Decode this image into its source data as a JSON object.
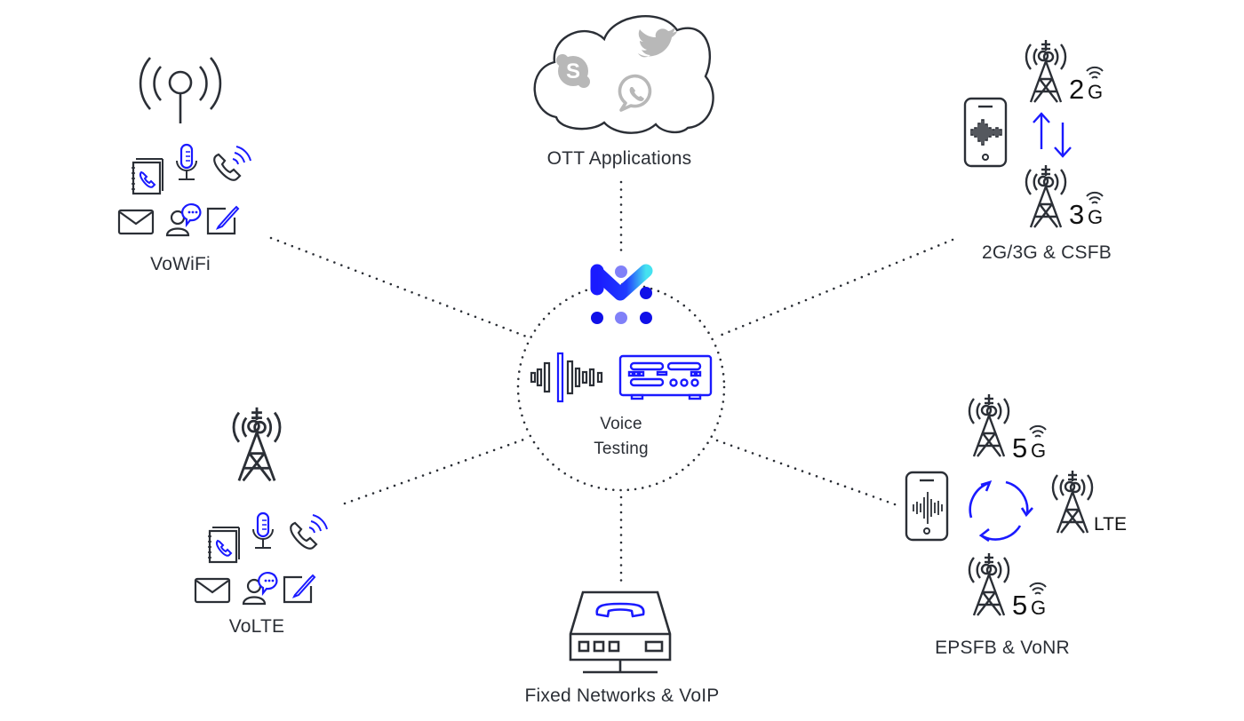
{
  "diagram": {
    "center": {
      "label_line1": "Voice",
      "label_line2": "Testing",
      "logo": "brand-logo-m",
      "icons": [
        "sound-wave-icon",
        "test-equipment-icon"
      ]
    },
    "nodes": [
      {
        "id": "vowifi",
        "label": "VoWiFi",
        "icons": [
          "wifi-antenna-icon",
          "phonebook-icon",
          "microphone-icon",
          "phone-call-icon",
          "envelope-icon",
          "user-chat-icon",
          "note-edit-icon"
        ]
      },
      {
        "id": "ott",
        "label": "OTT Applications",
        "icons": [
          "cloud-icon",
          "skype-icon",
          "twitter-icon",
          "whatsapp-icon"
        ]
      },
      {
        "id": "csfb",
        "label": "2G/3G & CSFB",
        "icons": [
          "phone-icon",
          "tower-icon",
          "arrow-up-icon",
          "arrow-down-icon"
        ],
        "tags": [
          "2",
          "G",
          "3",
          "G"
        ]
      },
      {
        "id": "volte",
        "label": "VoLTE",
        "icons": [
          "tower-icon",
          "phonebook-icon",
          "microphone-icon",
          "phone-call-icon",
          "envelope-icon",
          "user-chat-icon",
          "note-edit-icon"
        ]
      },
      {
        "id": "fixed",
        "label": "Fixed Networks & VoIP",
        "icons": [
          "voip-router-icon",
          "handset-icon"
        ]
      },
      {
        "id": "epsfb",
        "label": "EPSFB & VoNR",
        "icons": [
          "phone-icon",
          "tower-icon",
          "cycle-arrows-icon"
        ],
        "tags": [
          "5",
          "G",
          "LTE",
          "5",
          "G"
        ]
      }
    ],
    "colors": {
      "ink": "#2b2f36",
      "accent": "#1a1aff",
      "brand_blue": "#1010e8",
      "brand_light": "#8080f8",
      "brand_cyan": "#40e0f0",
      "ott_gray": "#b8b8b8"
    }
  }
}
